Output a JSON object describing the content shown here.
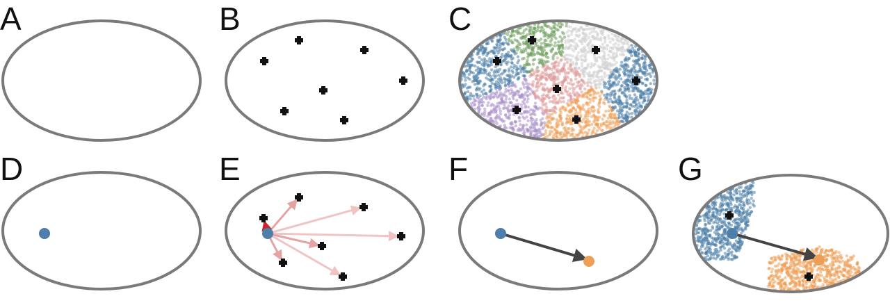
{
  "colors": {
    "ellipse_stroke": "#7a7a7a",
    "marker": "#111111",
    "blue": "#4d7fa8",
    "green": "#6f9e5e",
    "gray": "#cfcfcf",
    "pink": "#df9a9a",
    "purple": "#a98fc8",
    "orange": "#ee9f56",
    "red": "#c8282d",
    "arrow_light": "#f0c4c4",
    "arrow_dark": "#444444"
  },
  "panels": [
    {
      "id": "A",
      "label": "A"
    },
    {
      "id": "B",
      "label": "B"
    },
    {
      "id": "C",
      "label": "C"
    },
    {
      "id": "D",
      "label": "D"
    },
    {
      "id": "E",
      "label": "E"
    },
    {
      "id": "F",
      "label": "F"
    },
    {
      "id": "G",
      "label": "G"
    }
  ]
}
